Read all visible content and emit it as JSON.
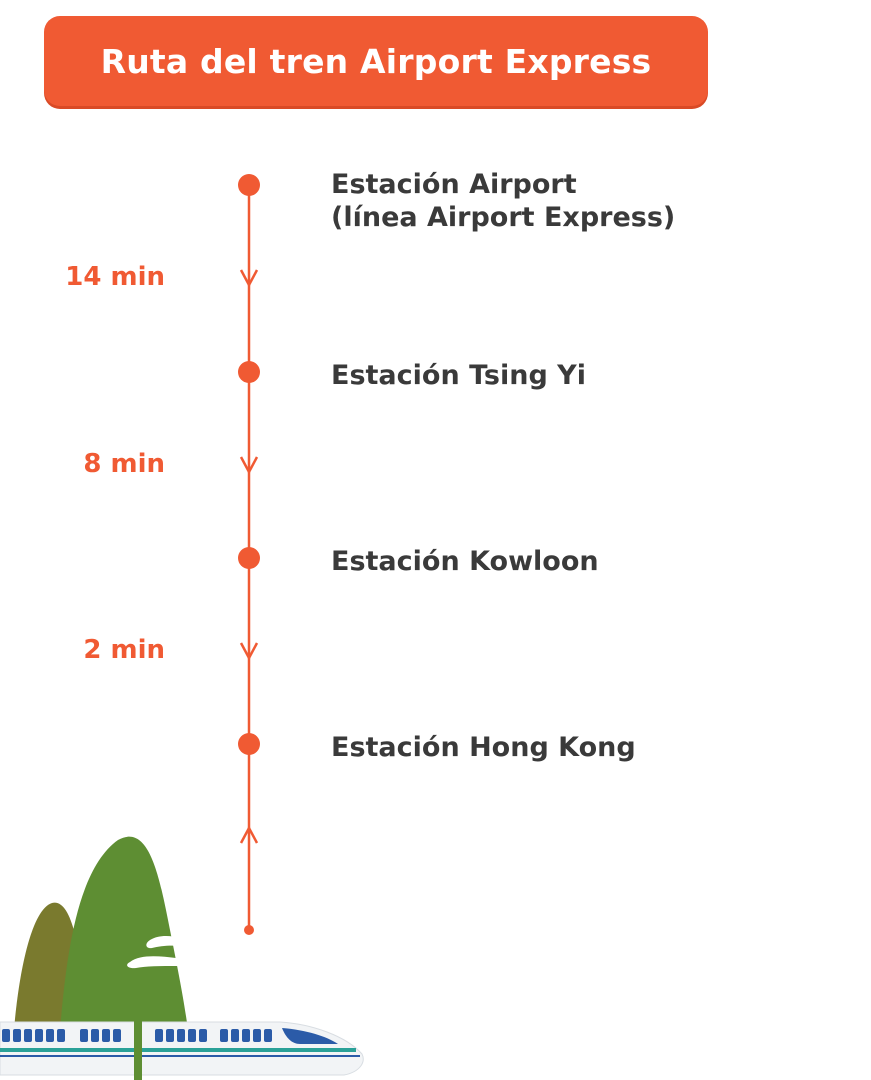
{
  "header": {
    "title": "Ruta del tren Airport Express"
  },
  "stations": [
    {
      "line1": "Estación Airport",
      "line2": "(línea Airport Express)"
    },
    {
      "line1": "Estación Tsing Yi"
    },
    {
      "line1": "Estación Kowloon"
    },
    {
      "line1": "Estación Hong Kong"
    }
  ],
  "segments": [
    {
      "duration": "14 min"
    },
    {
      "duration": "8 min"
    },
    {
      "duration": "2 min"
    }
  ],
  "colors": {
    "accent": "#F05A33",
    "text": "#3A3A3A",
    "tree_light": "#5E8E33",
    "tree_dark": "#7A7A2E",
    "train_window": "#2B5BA8",
    "train_stripe": "#2AA198"
  },
  "icons": [
    "station-dot-icon",
    "arrow-down-icon",
    "arrow-up-icon",
    "tree-illustration",
    "train-illustration"
  ]
}
